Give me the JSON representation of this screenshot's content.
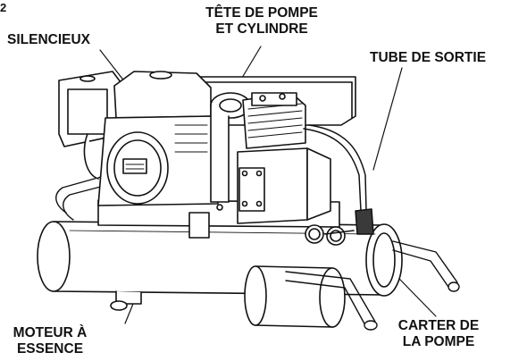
{
  "page_number": "2",
  "labels": {
    "pump_head": [
      "TÊTE DE POMPE",
      "ET CYLINDRE"
    ],
    "muffler": "SILENCIEUX",
    "outlet_tube": "TUBE DE SORTIE",
    "engine": [
      "MOTEUR À",
      "ESSENCE"
    ],
    "crankcase": [
      "CARTER DE",
      "LA POMPE"
    ]
  },
  "colors": {
    "ink": "#111111",
    "paper": "#ffffff",
    "shade": "#3a3a3a"
  }
}
